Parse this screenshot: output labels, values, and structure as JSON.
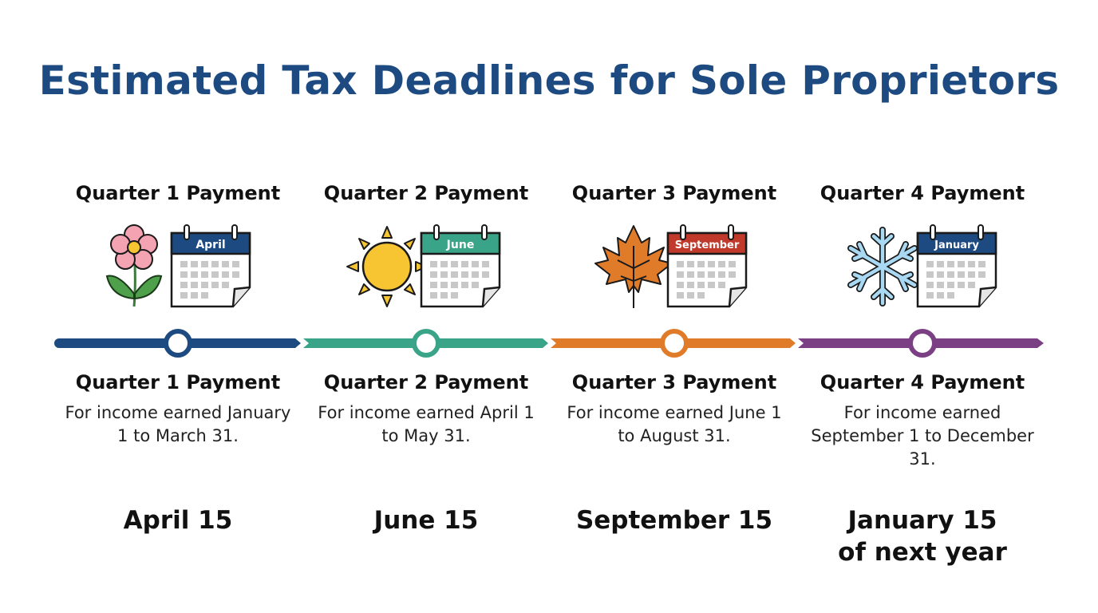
{
  "title": "Estimated Tax Deadlines for Sole Proprietors",
  "quarters": [
    {
      "heading": "Quarter 1 Payment",
      "season_icon": "flower-icon",
      "calendar_month": "April",
      "color": "#1d4a80",
      "label": "Quarter 1 Payment",
      "description": "For income earned January 1 to March 31.",
      "due_date": "April 15"
    },
    {
      "heading": "Quarter 2 Payment",
      "season_icon": "sun-icon",
      "calendar_month": "June",
      "color": "#3aa488",
      "label": "Quarter 2 Payment",
      "description": "For income earned April 1 to May 31.",
      "due_date": "June 15"
    },
    {
      "heading": "Quarter 3 Payment",
      "season_icon": "maple-leaf-icon",
      "calendar_month": "September",
      "color": "#e07b2a",
      "label": "Quarter 3 Payment",
      "description": "For income earned June 1 to August 31.",
      "due_date": "September 15"
    },
    {
      "heading": "Quarter 4 Payment",
      "season_icon": "snowflake-icon",
      "calendar_month": "January",
      "color": "#7b3f84",
      "label": "Quarter 4 Payment",
      "description": "For income earned September 1 to December 31.",
      "due_date": "January 15\nof next year"
    }
  ],
  "calendar_header_colors": [
    "#1d4a80",
    "#3aa488",
    "#c0392b",
    "#1d4a80"
  ]
}
